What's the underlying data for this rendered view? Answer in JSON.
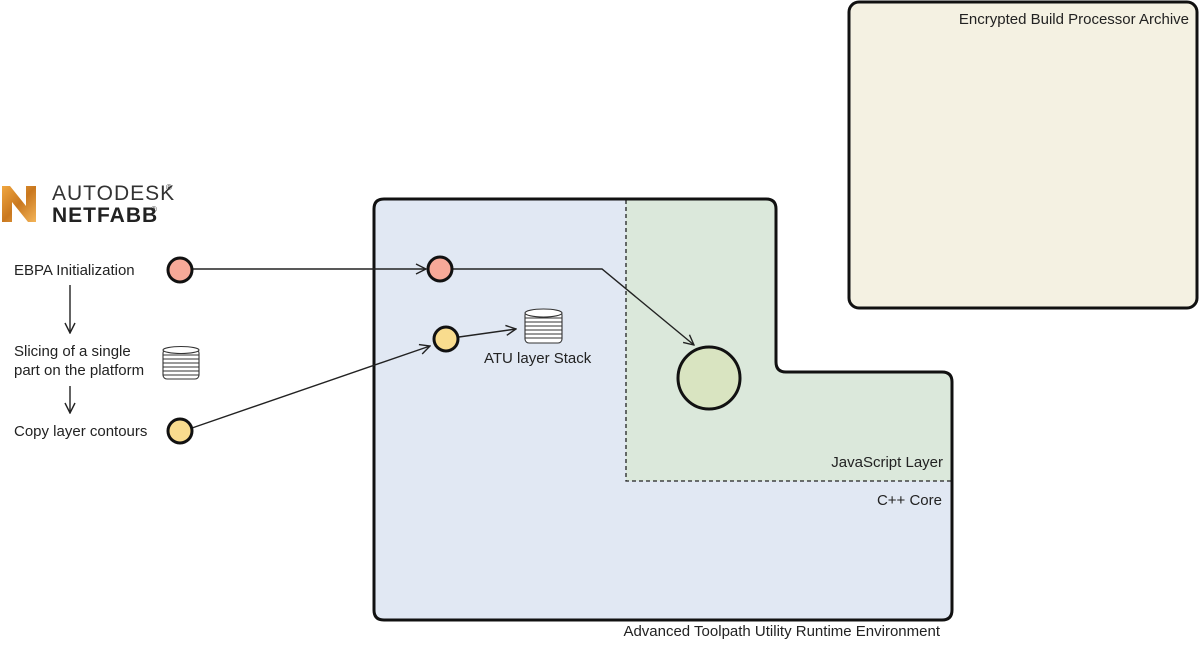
{
  "logo": {
    "brand_line1": "AUTODESK",
    "brand_line2": "NETFABB",
    "registered_mark": "®",
    "icon": "autodesk-n-logo-icon"
  },
  "flow": {
    "steps": [
      {
        "label": "EBPA Initialization",
        "node_color": "#f7a998"
      },
      {
        "label_line1": "Slicing of a single",
        "label_line2": "part on the platform",
        "icon": "layer-stack-icon"
      },
      {
        "label": "Copy layer contours",
        "node_color": "#f9dc8e"
      }
    ]
  },
  "runtime": {
    "title": "Advanced Toolpath Utility Runtime Environment",
    "fill": "#e1e8f3",
    "cpp_core_label": "C++ Core",
    "js_layer_label": "JavaScript Layer",
    "js_fill": "#dbe8db",
    "atu_stack_label": "ATU layer Stack",
    "js_node_color": "#d9e4c1"
  },
  "archive": {
    "title": "Encrypted Build Processor Archive",
    "fill": "#f4f1e2"
  }
}
